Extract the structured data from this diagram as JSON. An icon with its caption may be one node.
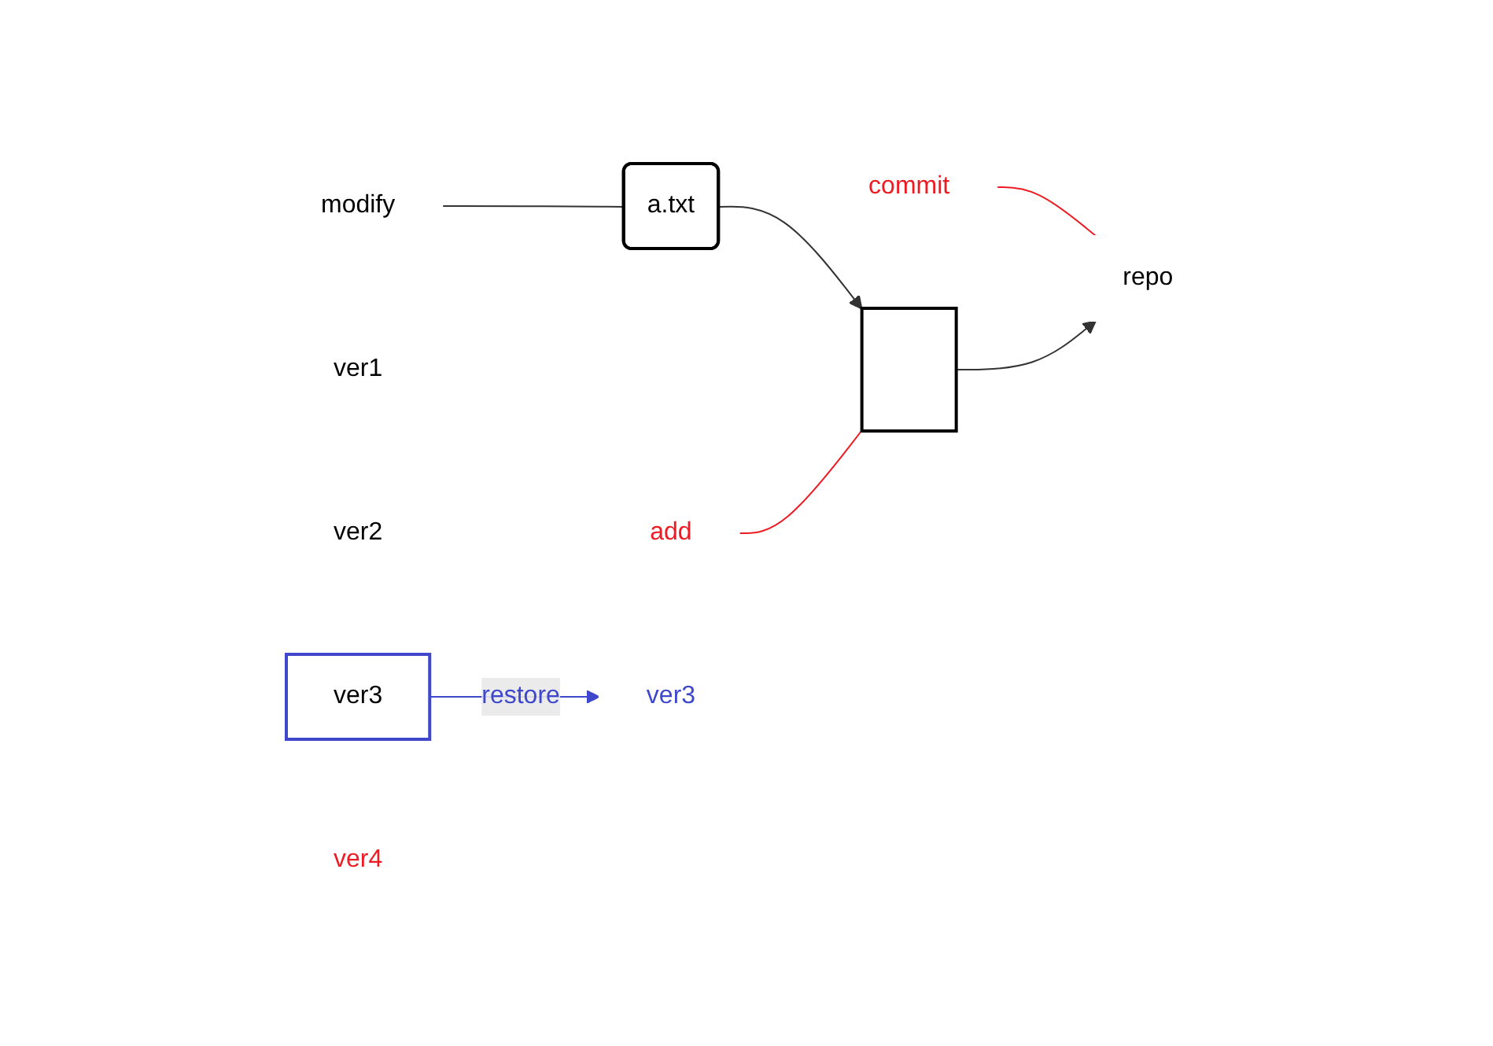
{
  "diagram": {
    "nodes": [
      {
        "text": [
          "modify"
        ]
      },
      {
        "text": [
          "a.txt"
        ]
      },
      {
        "text": [],
        "shape": "box"
      },
      {
        "text": [
          "add"
        ]
      },
      {
        "text": [
          "commit"
        ]
      },
      {
        "text": [
          "repo"
        ]
      },
      {
        "text": [
          "ver1"
        ]
      },
      {
        "text": [
          "ver2"
        ]
      },
      {
        "text": [
          "ver3"
        ]
      },
      {
        "text": [
          "ver3"
        ]
      },
      {
        "text": [
          "ver4"
        ]
      }
    ],
    "edges": [
      {
        "from": 0,
        "to": 1,
        "arrow": "none"
      },
      {
        "from": 1,
        "to": 2,
        "arrow": "to"
      },
      {
        "from": 3,
        "to": 2,
        "arrow": "none",
        "color": "#ed1c24"
      },
      {
        "from": 4,
        "to": 5,
        "arrow": "none",
        "color": "#ed1c24"
      },
      {
        "from": 2,
        "to": 5,
        "arrow": "to"
      },
      {
        "from": 8,
        "to": 9,
        "arrow": "to",
        "label": "restore",
        "color": "#3f48cc"
      }
    ]
  }
}
